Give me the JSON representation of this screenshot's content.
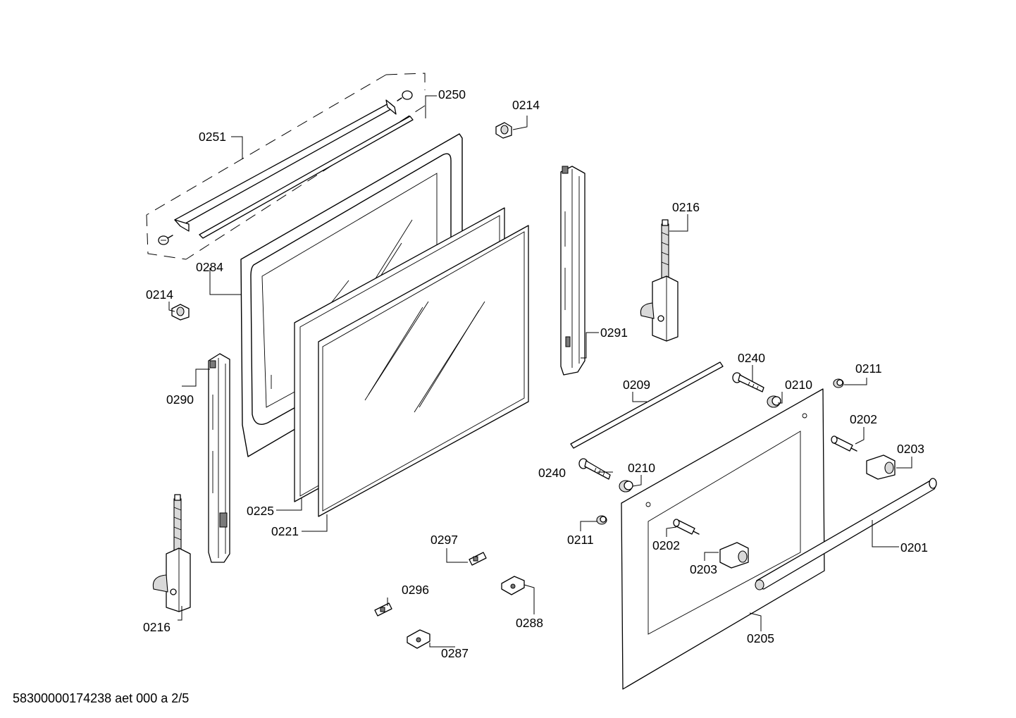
{
  "labels": {
    "p0251": "0251",
    "p0250": "0250",
    "p0214a": "0214",
    "p0214b": "0214",
    "p0284": "0284",
    "p0216a": "0216",
    "p0216b": "0216",
    "p0291": "0291",
    "p0290": "0290",
    "p0225": "0225",
    "p0221": "0221",
    "p0209": "0209",
    "p0240a": "0240",
    "p0240b": "0240",
    "p0210a": "0210",
    "p0210b": "0210",
    "p0211a": "0211",
    "p0211b": "0211",
    "p0202a": "0202",
    "p0202b": "0202",
    "p0203a": "0203",
    "p0203b": "0203",
    "p0201": "0201",
    "p0205": "0205",
    "p0297": "0297",
    "p0296": "0296",
    "p0288": "0288",
    "p0287": "0287"
  },
  "footer": "58300000174238 aet 000 a 2/5"
}
